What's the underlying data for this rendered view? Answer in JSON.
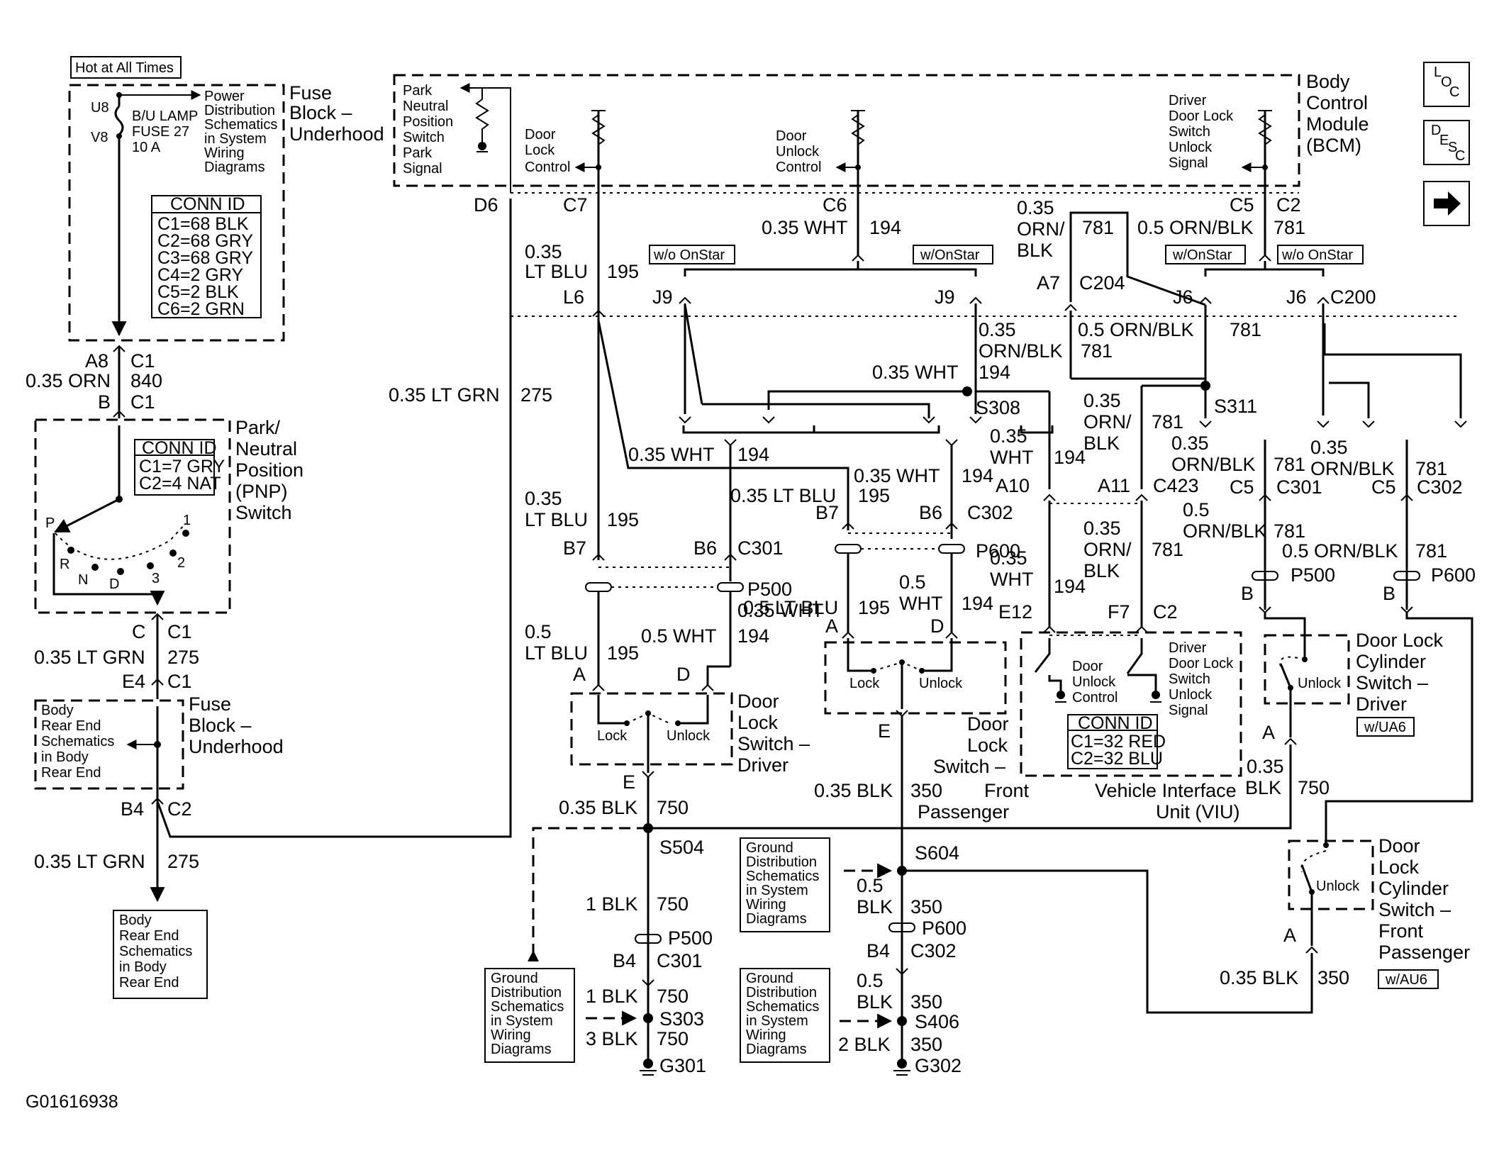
{
  "figure_id": "G01616938",
  "nav": {
    "loc": "LOC",
    "desc": "DESC",
    "next": "next-arrow-icon"
  },
  "hot_label": "Hot at All Times",
  "fuse_ul": {
    "title": [
      "Fuse",
      "Block –",
      "Underhood"
    ],
    "u8": "U8",
    "v8": "V8",
    "fuse": [
      "B/U LAMP",
      "FUSE 27",
      "10 A"
    ],
    "power_ref": [
      "Power",
      "Distribution",
      "Schematics",
      "in System",
      "Wiring",
      "Diagrams"
    ],
    "conn_title": "CONN ID",
    "conn": [
      "C1=68 BLK",
      "C2=68 GRY",
      "C3=68 GRY",
      "C4=2 GRY",
      "C5=2 BLK",
      "C6=2 GRN"
    ]
  },
  "fuse_left_wire": {
    "a8": "A8",
    "c1a": "C1",
    "gauge": "0.35 ORN",
    "circuit": "840",
    "b": "B",
    "c1b": "C1"
  },
  "pnp": {
    "title": [
      "Park/",
      "Neutral",
      "Position",
      "(PNP)",
      "Switch"
    ],
    "conn_title": "CONN ID",
    "conn": [
      "C1=7 GRY",
      "C2=4 NAT"
    ],
    "pos": [
      "P",
      "R",
      "N",
      "D",
      "3",
      "2",
      "1"
    ]
  },
  "pnp_out": {
    "c": "C",
    "c1": "C1",
    "gauge": "0.35 LT GRN",
    "circuit": "275",
    "e4": "E4",
    "c1b": "C1"
  },
  "fuse_ll": {
    "title": [
      "Fuse",
      "Block –",
      "Underhood"
    ],
    "body_ref": [
      "Body",
      "Rear End",
      "Schematics",
      "in Body",
      "Rear End"
    ],
    "b4": "B4",
    "c2": "C2",
    "gauge": "0.35 LT GRN",
    "circuit": "275"
  },
  "body_ref_bottom": [
    "Body",
    "Rear End",
    "Schematics",
    "in Body",
    "Rear End"
  ],
  "main_ltgrn": {
    "gauge": "0.35 LT GRN",
    "circuit": "275",
    "pin": "D6"
  },
  "bcm": {
    "title": [
      "Body",
      "Control",
      "Module",
      "(BCM)"
    ],
    "park": [
      "Park",
      "Neutral",
      "Position",
      "Switch",
      "Park",
      "Signal"
    ],
    "lock": [
      "Door",
      "Lock",
      "Control"
    ],
    "unlock": [
      "Door",
      "Unlock",
      "Control"
    ],
    "driver": [
      "Driver",
      "Door Lock",
      "Switch",
      "Unlock",
      "Signal"
    ],
    "pins": [
      "D6",
      "C7",
      "C6",
      "C5",
      "C2"
    ]
  },
  "wires_top": {
    "c7_gauge": [
      "0.35",
      "LT BLU"
    ],
    "c7_circuit": "195",
    "c6_gauge": "0.35 WHT",
    "c6_circuit": "194",
    "c5_gauge": [
      "0.35",
      "ORN/",
      "BLK"
    ],
    "c5_circuit": "781",
    "c2_gauge": "0.5 ORN/BLK",
    "c2_circuit": "781"
  },
  "options": {
    "wo_onstar": "w/o OnStar",
    "w_onstar": "w/OnStar"
  },
  "row2": {
    "l6": "L6",
    "j9a": "J9",
    "j9b": "J9",
    "a7": "A7",
    "c204": "C204",
    "j6a": "J6",
    "j6b": "J6",
    "c200": "C200",
    "orn_left": [
      "0.35",
      "ORN/BLK"
    ],
    "orn_left_c": "781",
    "orn_right": "0.5 ORN/BLK",
    "orn_right_c": "781",
    "wht": "0.35 WHT",
    "wht_c": "194",
    "s308": "S308",
    "s311": "S311"
  },
  "driver_branch": {
    "wht_gauge": "0.35 WHT",
    "wht_c": "194",
    "blu_gauge": [
      "0.35",
      "LT BLU"
    ],
    "blu_c": "195",
    "b7": "B7",
    "b6": "B6",
    "c301": "C301",
    "p500": "P500",
    "blu05": [
      "0.5",
      "LT BLU"
    ],
    "blu05_c": "195",
    "wht05": "0.5 WHT",
    "wht05_c": "194",
    "a": "A",
    "d": "D",
    "e": "E"
  },
  "dls_driver": {
    "title": [
      "Door",
      "Lock",
      "Switch –",
      "Driver"
    ],
    "lock": "Lock",
    "unlock": "Unlock"
  },
  "pass_branch": {
    "wht_gauge": "0.35 WHT",
    "wht_c": "194",
    "blu_gauge": "0.35 LT BLU",
    "blu_c": "195",
    "b7": "B7",
    "b6": "B6",
    "c302": "C302",
    "p600": "P600",
    "blu05": "0.5 LT BLU",
    "blu05_c": "195",
    "wht05": [
      "0.5",
      "WHT"
    ],
    "wht05_c": "194",
    "a": "A",
    "d": "D",
    "e": "E"
  },
  "dls_pass": {
    "title": [
      "Door",
      "Lock",
      "Switch –",
      "Front",
      "Passenger"
    ],
    "lock": "Lock",
    "unlock": "Unlock"
  },
  "viu_wires": {
    "wht_gauge": [
      "0.35",
      "WHT"
    ],
    "wht_c": "194",
    "a10": "A10",
    "a11": "A11",
    "c423": "C423",
    "orn_gauge": [
      "0.35",
      "ORN/",
      "BLK"
    ],
    "orn_c": "781",
    "orn2_gauge": [
      "0.35",
      "ORN/",
      "BLK"
    ],
    "orn2_c": "781",
    "wht2_gauge": [
      "0.35",
      "WHT"
    ],
    "wht2_c": "194",
    "e12": "E12",
    "f7": "F7",
    "c2": "C2"
  },
  "viu": {
    "title": [
      "Vehicle Interface",
      "Unit (VIU)"
    ],
    "unlock": [
      "Door",
      "Unlock",
      "Control"
    ],
    "driver": [
      "Driver",
      "Door Lock",
      "Switch",
      "Unlock",
      "Signal"
    ],
    "conn_title": "CONN ID",
    "conn": [
      "C1=32 RED",
      "C2=32 BLU"
    ]
  },
  "cyl_wires": {
    "l_gauge": [
      "0.35",
      "ORN/BLK"
    ],
    "l_c": "781",
    "l_c5": "C5",
    "l_conn": "C301",
    "r_gauge": [
      "0.35",
      "ORN/BLK"
    ],
    "r_c": "781",
    "r_c5": "C5",
    "r_conn": "C302",
    "l_05": [
      "0.5",
      "ORN/BLK"
    ],
    "l_05_c": "781",
    "r_05": "0.5 ORN/BLK",
    "r_05_c": "781",
    "p500": "P500",
    "p600": "P600",
    "b1": "B",
    "b2": "B"
  },
  "cyl_driver": {
    "title": [
      "Door Lock",
      "Cylinder",
      "Switch –",
      "Driver"
    ],
    "unlock": "Unlock",
    "opt": "w/UA6",
    "a": "A",
    "gauge": [
      "0.35",
      "BLK"
    ],
    "c": "750"
  },
  "cyl_pass": {
    "title": [
      "Door",
      "Lock",
      "Cylinder",
      "Switch –",
      "Front",
      "Passenger"
    ],
    "unlock": "Unlock",
    "opt": "w/AU6",
    "a": "A",
    "gauge": "0.35 BLK",
    "c": "350"
  },
  "ground_left": {
    "g1": "0.35 BLK",
    "g1c": "750",
    "s504": "S504",
    "g2": "1 BLK",
    "g2c": "750",
    "p500": "P500",
    "b4": "B4",
    "c301": "C301",
    "g3": "1 BLK",
    "g3c": "750",
    "s303": "S303",
    "g4": "3 BLK",
    "g4c": "750",
    "g301": "G301",
    "ref": [
      "Ground",
      "Distribution",
      "Schematics",
      "in System",
      "Wiring",
      "Diagrams"
    ]
  },
  "ground_right": {
    "g1": "0.35 BLK",
    "g1c": "350",
    "s604": "S604",
    "g2": [
      "0.5",
      "BLK"
    ],
    "g2c": "350",
    "p600": "P600",
    "b4": "B4",
    "c302": "C302",
    "g3": [
      "0.5",
      "BLK"
    ],
    "g3c": "350",
    "s406": "S406",
    "g4": "2 BLK",
    "g4c": "350",
    "g302": "G302",
    "ref1": [
      "Ground",
      "Distribution",
      "Schematics",
      "in System",
      "Wiring",
      "Diagrams"
    ],
    "ref2": [
      "Ground",
      "Distribution",
      "Schematics",
      "in System",
      "Wiring",
      "Diagrams"
    ]
  }
}
